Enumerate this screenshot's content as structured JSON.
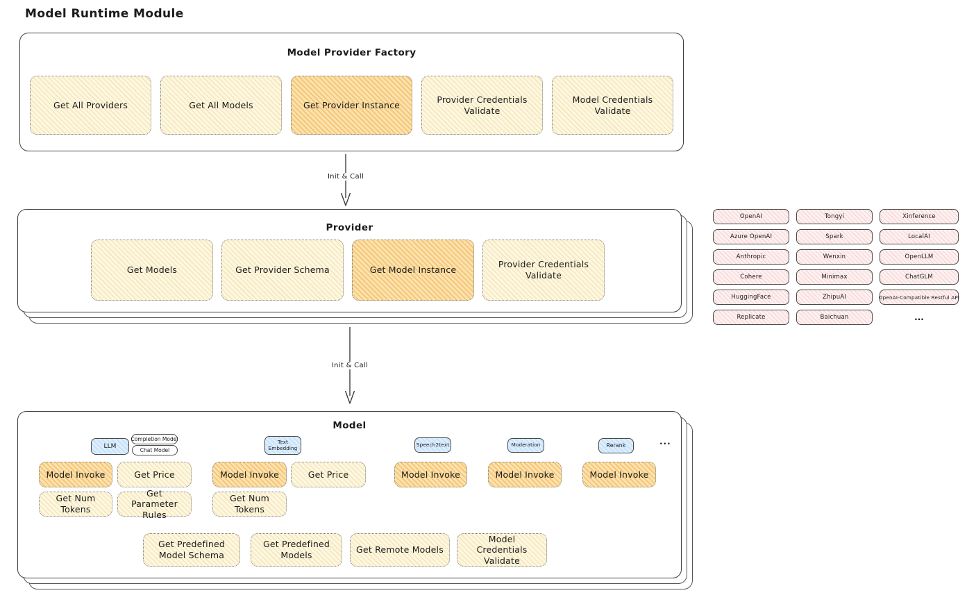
{
  "page": {
    "title": "Model Runtime Module"
  },
  "colors": {
    "highlight_orange": "#f2a63c",
    "cream": "#fdf7e1",
    "pink": "#fdf0f0",
    "blue": "#dcedfd",
    "stroke": "#3d3d3d"
  },
  "factory": {
    "title": "Model Provider Factory",
    "boxes": [
      {
        "label": "Get All Providers"
      },
      {
        "label": "Get All Models"
      },
      {
        "label": "Get Provider Instance"
      },
      {
        "label": "Provider Credentials Validate"
      },
      {
        "label": "Model Credentials Validate"
      }
    ]
  },
  "arrow1": {
    "label": "Init & Call"
  },
  "arrow2": {
    "label": "Init & Call"
  },
  "provider": {
    "title": "Provider",
    "boxes": [
      {
        "label": "Get Models"
      },
      {
        "label": "Get Provider Schema"
      },
      {
        "label": "Get Model Instance"
      },
      {
        "label": "Provider Credentials Validate"
      }
    ]
  },
  "provider_grid": {
    "items": [
      "OpenAI",
      "Tongyi",
      "Xinference",
      "Azure OpenAI",
      "Spark",
      "LocalAI",
      "Anthropic",
      "Wenxin",
      "OpenLLM",
      "Cohere",
      "Minimax",
      "ChatGLM",
      "HuggingFace",
      "ZhipuAI",
      "OpenAI-Compatible Restful API",
      "Replicate",
      "Baichuan"
    ],
    "more": "..."
  },
  "model": {
    "title": "Model",
    "badges": {
      "llm": "LLM",
      "completion": "Completion Model",
      "chat": "Chat Model",
      "text_embedding": "Text Embedding",
      "speech2text": "Speech2text",
      "moderation": "Moderation",
      "rerank": "Rerank",
      "more": "..."
    },
    "boxes": {
      "llm_invoke": "Model Invoke",
      "llm_get_price": "Get Price",
      "llm_get_num_tokens": "Get Num Tokens",
      "llm_get_parameter_rules": "Get Parameter Rules",
      "emb_invoke": "Model Invoke",
      "emb_get_price": "Get Price",
      "emb_get_num_tokens": "Get Num Tokens",
      "s2t_invoke": "Model Invoke",
      "moderation_invoke": "Model Invoke",
      "rerank_invoke": "Model Invoke"
    },
    "bottom": [
      "Get Predefined Model Schema",
      "Get Predefined Models",
      "Get Remote Models",
      "Model Credentials Validate"
    ]
  }
}
